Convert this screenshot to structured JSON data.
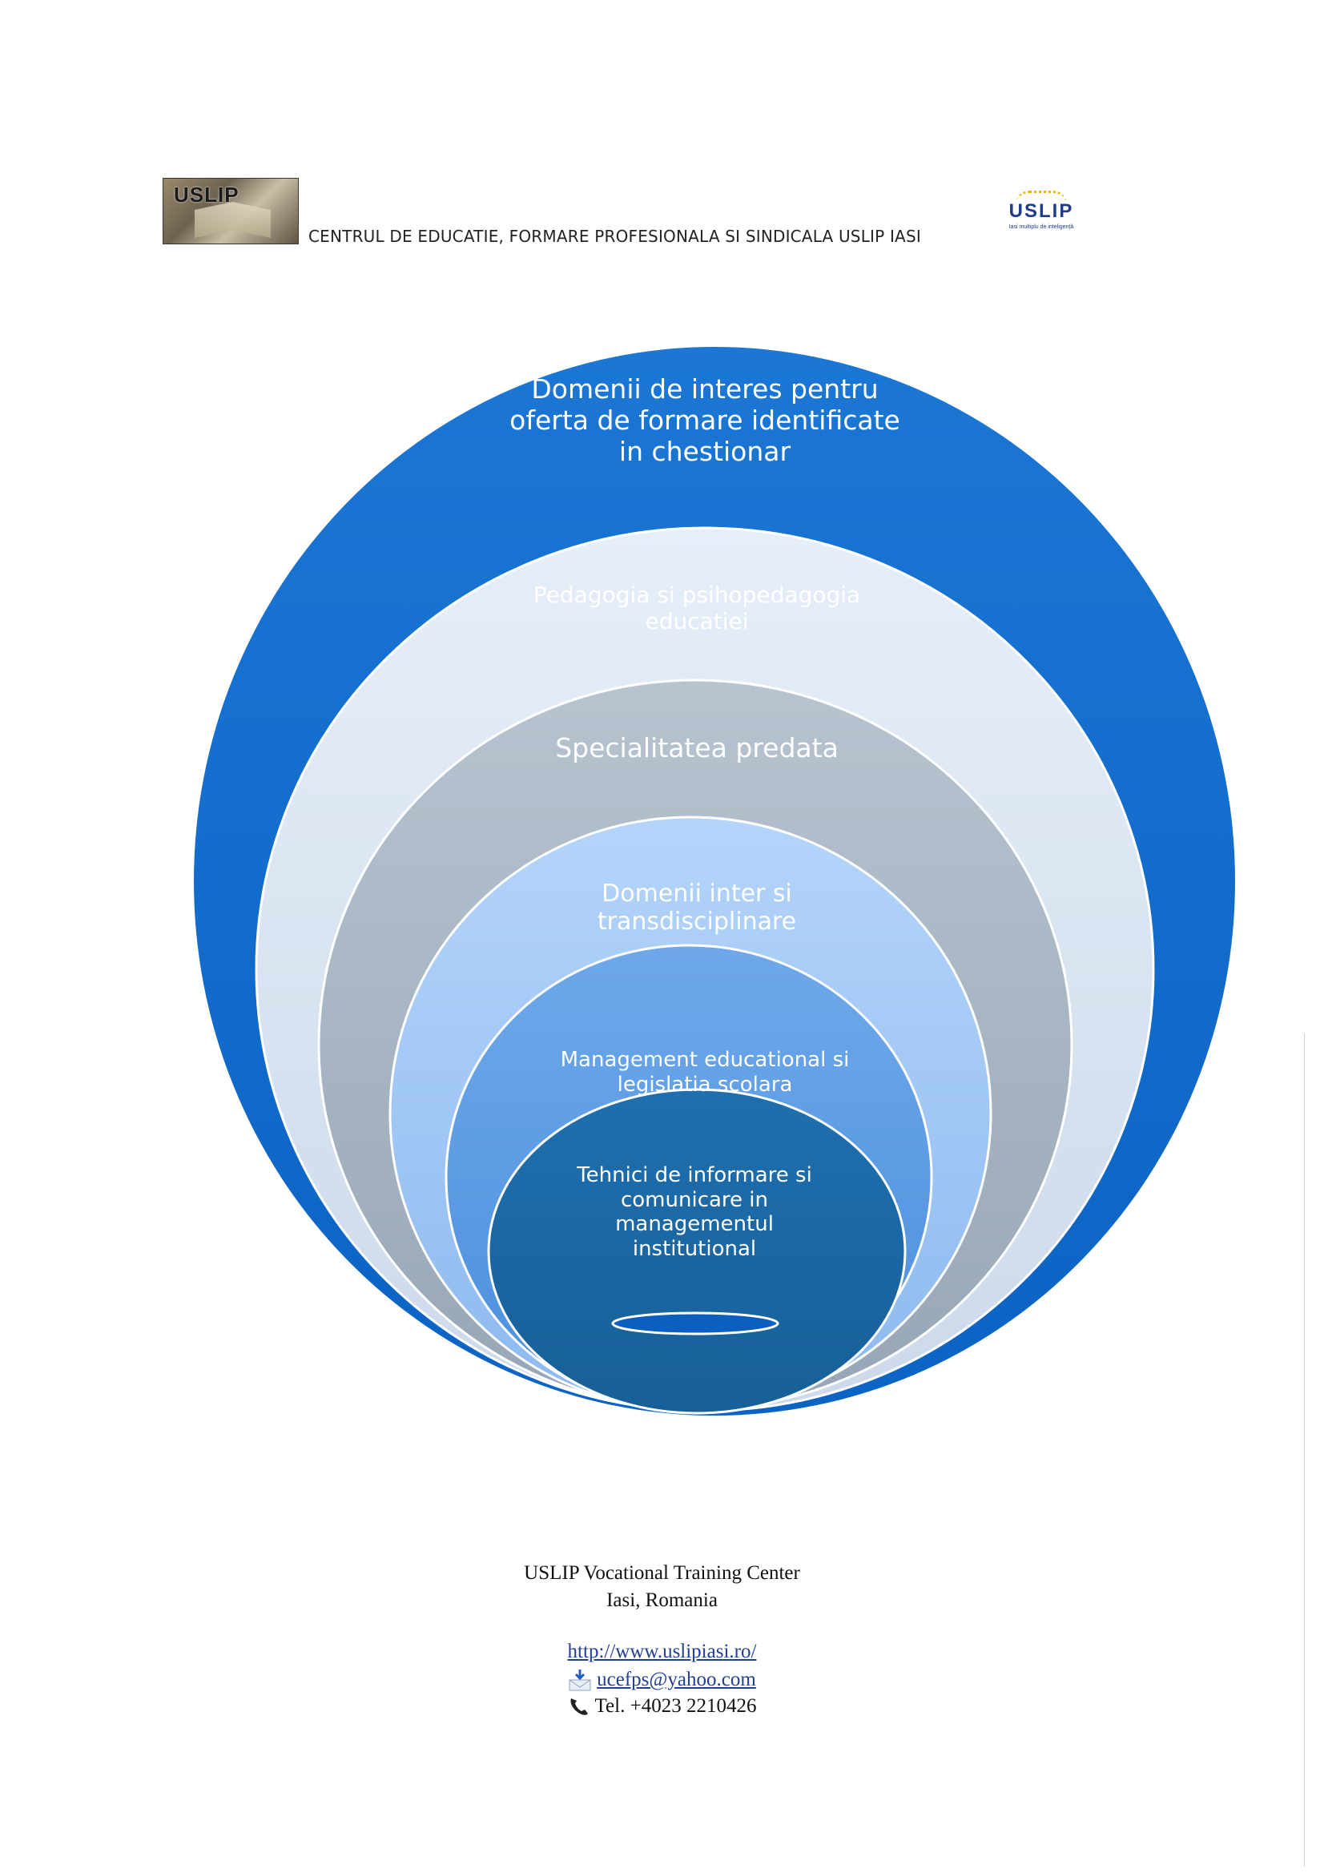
{
  "header": {
    "logo_left_text": "USLIP",
    "title": "CENTRUL DE EDUCATIE, FORMARE PROFESIONALA SI SINDICALA USLIP IASI",
    "logo_right_text": "USLIP",
    "logo_right_city": "Iasi",
    "logo_right_tagline": "multiplu de inteligență"
  },
  "diagram": {
    "levels": [
      {
        "label": "Domenii de interes  pentru oferta de formare identificate in chestionar",
        "color": "#0a6fd0"
      },
      {
        "label": "Pedagogia si psihopedagogia educatiei",
        "color": "#dbe7f6"
      },
      {
        "label": "Specialitatea predata",
        "color": "#aebccb"
      },
      {
        "label": "Domenii inter si transdisciplinare",
        "color": "#a3c9f7"
      },
      {
        "label": "Management educational si legislatia scolara",
        "color": "#5e9ee6"
      },
      {
        "label": "Tehnici de informare si comunicare in managementul institutional",
        "color": "#1b6ba8"
      }
    ]
  },
  "footer": {
    "org": "USLIP Vocational Training Center",
    "location": "Iasi, Romania",
    "website": "http://www.uslipiasi.ro/",
    "email": "ucefps@yahoo.com",
    "phone": "Tel. +4023 2210426"
  }
}
